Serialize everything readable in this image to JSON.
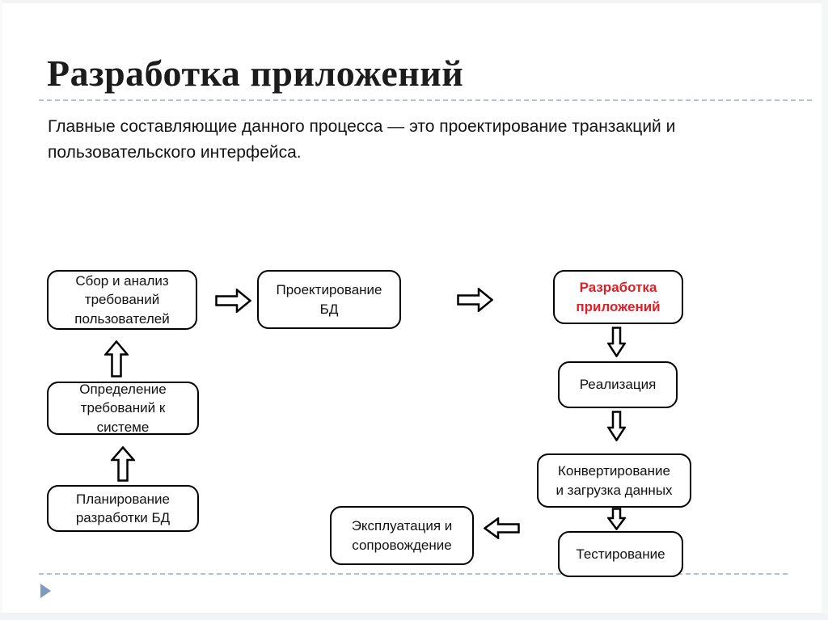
{
  "slide": {
    "title": "Разработка приложений",
    "subtitle": "Главные составляющие данного процесса — это проектирование транзакций и пользовательского интерфейса."
  },
  "diagram": {
    "boxes": {
      "sbor": {
        "label": "Сбор и анализ\nтребований\nпользователей"
      },
      "proekt": {
        "label": "Проектирование\nБД"
      },
      "razrabotka": {
        "label": "Разработка\nприложений",
        "highlighted": true
      },
      "realizaciya": {
        "label": "Реализация"
      },
      "konvert": {
        "label": "Конвертирование\nи загрузка данных"
      },
      "test": {
        "label": "Тестирование"
      },
      "ekspl": {
        "label": "Эксплуатация и\nсопровождение"
      },
      "opred": {
        "label": "Определение\nтребований к\nсистеме"
      },
      "plan": {
        "label": "Планирование\nразработки БД"
      }
    },
    "arrows": [
      "right: Сбор и анализ → Проектирование БД",
      "right: Проектирование БД → Разработка приложений",
      "up: Планирование разработки БД → Определение требований к системе",
      "up: Определение требований к системе → Сбор и анализ",
      "down: Разработка приложений → Реализация",
      "down: Реализация → Конвертирование и загрузка данных",
      "down: Конвертирование и загрузка данных → Тестирование",
      "left: Тестирование → Эксплуатация и сопровождение"
    ]
  },
  "colors": {
    "highlight_red": "#e31e25",
    "box_border": "#000000",
    "box_fill": "#ffffff",
    "title_text": "#1c1c1c",
    "body_text": "#141414",
    "dashed_rule": "#aec4d6",
    "footer_marker": "#7f9cba"
  },
  "footer": {
    "marker_icon": "play-triangle"
  }
}
